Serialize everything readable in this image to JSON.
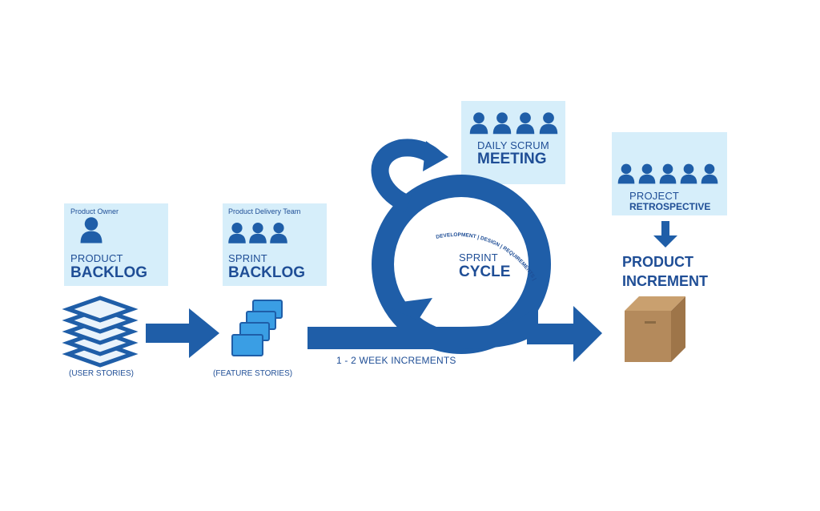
{
  "colors": {
    "primary": "#1f5ea8",
    "panel": "#d6eefa",
    "box": "#b48a5c",
    "box_dark": "#9e7549",
    "stack_light": "#e9f3fb",
    "card": "#3a9ee4"
  },
  "backlog": {
    "owner_caption": "Product Owner",
    "title_light": "PRODUCT",
    "title_bold": "BACKLOG",
    "stack_caption": "(USER STORIES)",
    "icon": "person-icon"
  },
  "sprint_backlog": {
    "team_caption": "Product Delivery Team",
    "title_light": "SPRINT",
    "title_bold": "BACKLOG",
    "cards_caption": "(FEATURE STORIES)",
    "icon": "people-icon"
  },
  "daily_scrum": {
    "title_light": "DAILY SCRUM",
    "title_bold": "MEETING",
    "icon": "team-icon"
  },
  "sprint_cycle": {
    "title_light": "SPRINT",
    "title_bold": "CYCLE",
    "arc_text": "DEVELOPMENT | DESIGN | REQUIREMENTS | VALIDATION",
    "increments": "1 - 2  WEEK INCREMENTS"
  },
  "retrospective": {
    "title_light": "PROJECT",
    "title_bold": "RETROSPECTIVE",
    "icon": "team-icon"
  },
  "increment": {
    "title_line1": "PRODUCT",
    "title_line2": "INCREMENT",
    "icon": "box-icon"
  }
}
